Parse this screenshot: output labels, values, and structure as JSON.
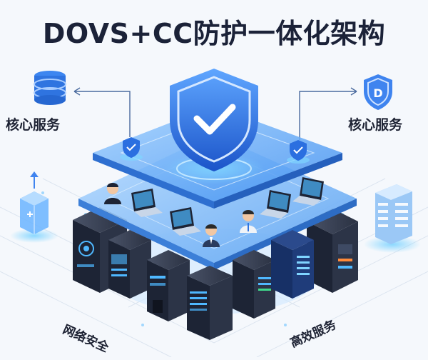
{
  "title": "DOVS+CC防护一体化架构",
  "labels": {
    "core_left": "核心服务",
    "core_right": "核心服务",
    "network": "网络安全",
    "efficiency": "高效服务"
  },
  "colors": {
    "accent": "#2b6fe0",
    "glow": "#4fb8ff",
    "server_dark": "#1d2435",
    "text": "#1b2238"
  },
  "icons": [
    "shield-check-icon",
    "database-icon",
    "shield-d-icon",
    "cube-icon",
    "building-icon",
    "person-icon",
    "laptop-icon",
    "server-icon"
  ]
}
